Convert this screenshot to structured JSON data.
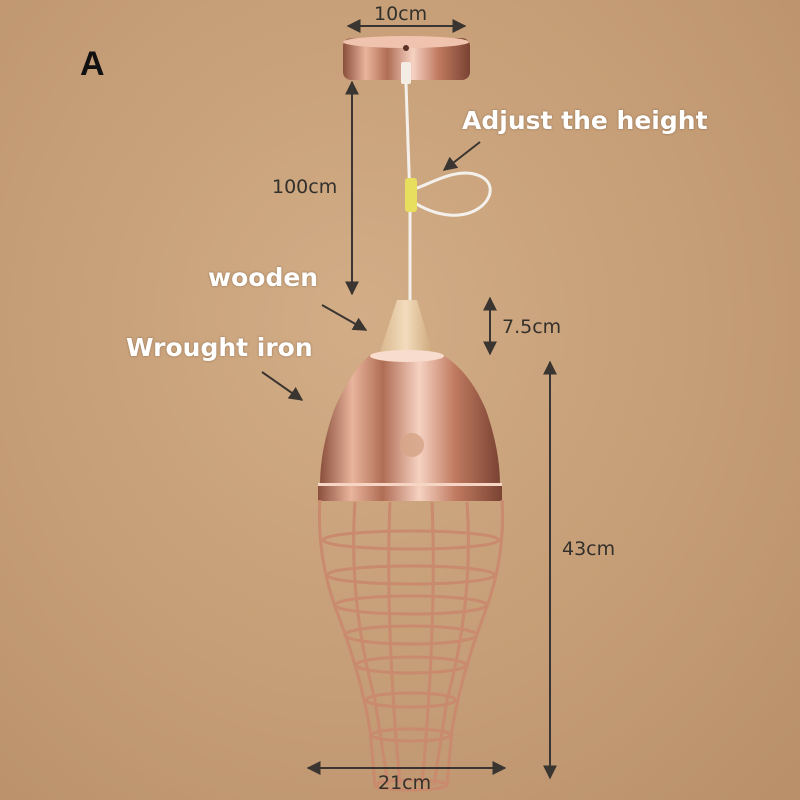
{
  "variant_label": "A",
  "dimensions": {
    "canopy_width": "10cm",
    "cable_length": "100cm",
    "wood_height": "7.5cm",
    "shade_height": "43cm",
    "shade_width": "21cm"
  },
  "callouts": {
    "adjust": "Adjust the height",
    "wooden": "wooden",
    "iron": "Wrought iron"
  },
  "colors": {
    "background": "#c9a27c",
    "rose_gold": "#d79a7e",
    "wood": "#e8c9a2",
    "dimension_line": "#3a3530",
    "callout_text": "#ffffff"
  }
}
